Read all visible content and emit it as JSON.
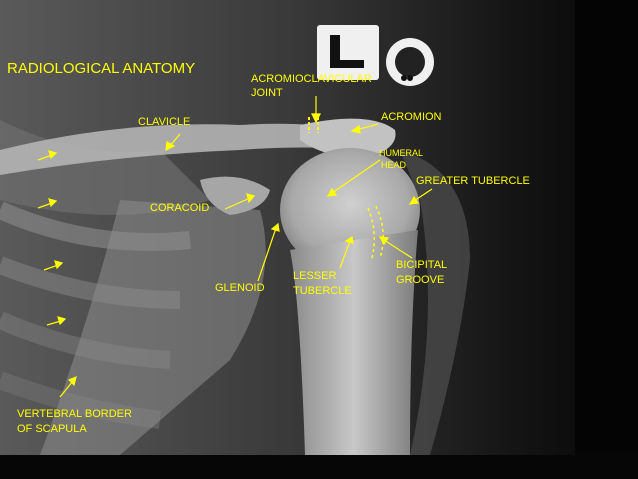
{
  "title": "RADIOLOGICAL ANATOMY",
  "labels": {
    "ac_joint_line1": "ACROMIOCLAVICULAR",
    "ac_joint_line2": "JOINT",
    "acromion": "ACROMION",
    "clavicle": "CLAVICLE",
    "humeral_head_line1": "HUMERAL",
    "humeral_head_line2": "HEAD",
    "greater_tubercle": "GREATER TUBERCLE",
    "coracoid": "CORACOID",
    "bicipital_groove_line1": "BICIPITAL",
    "bicipital_groove_line2": "GROOVE",
    "lesser_tubercle_line1": "LESSER",
    "lesser_tubercle_line2": "TUBERCLE",
    "glenoid": "GLENOID",
    "vertebral_border_line1": "VERTEBRAL BORDER",
    "vertebral_border_line2": "OF SCAPULA"
  },
  "colors": {
    "annotation": "#ffff00",
    "background": "#000000"
  }
}
